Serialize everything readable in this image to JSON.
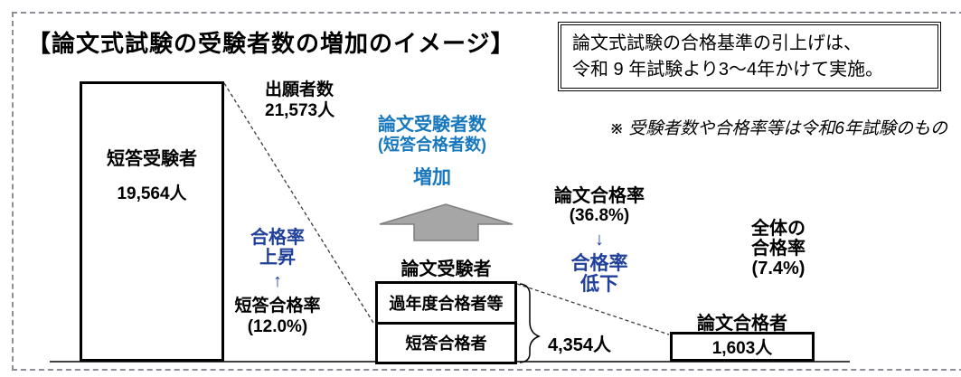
{
  "title": "【論文式試験の受験者数の増加のイメージ】",
  "info_box": {
    "line1": "論文式試験の合格基準の引上げは、",
    "line2": "令和 9 年試験より3～4年かけて実施。"
  },
  "note": "※ 受験者数や合格率等は令和6年試験のもの",
  "tantou_bar": {
    "label": "短答受験者",
    "count": "19,564人"
  },
  "applicants": {
    "label": "出願者数",
    "count": "21,573人"
  },
  "rate_up": {
    "line1": "合格率",
    "line2": "上昇",
    "arrow": "↑",
    "sub_label": "短答合格率",
    "sub_value": "(12.0%)"
  },
  "center_note": {
    "line1": "論文受験者数",
    "line2": "(短答合格者数)",
    "line3": "増加"
  },
  "ronbun_examinees": {
    "label": "論文受験者",
    "cell_top": "過年度合格者等",
    "cell_bottom": "短答合格者",
    "count": "4,354人"
  },
  "rate_down": {
    "label": "論文合格率",
    "value": "(36.8%)",
    "arrow": "↓",
    "line1": "合格率",
    "line2": "低下"
  },
  "overall_rate": {
    "line1": "全体の",
    "line2": "合格率",
    "value": "(7.4%)"
  },
  "ronbun_passers": {
    "label": "論文合格者",
    "count": "1,603人"
  },
  "colors": {
    "blue_bright": "#1778BE",
    "blue_dark": "#20409A",
    "arrow_fill": "#A6A6A6",
    "arrow_stroke": "#7F7F7F"
  }
}
